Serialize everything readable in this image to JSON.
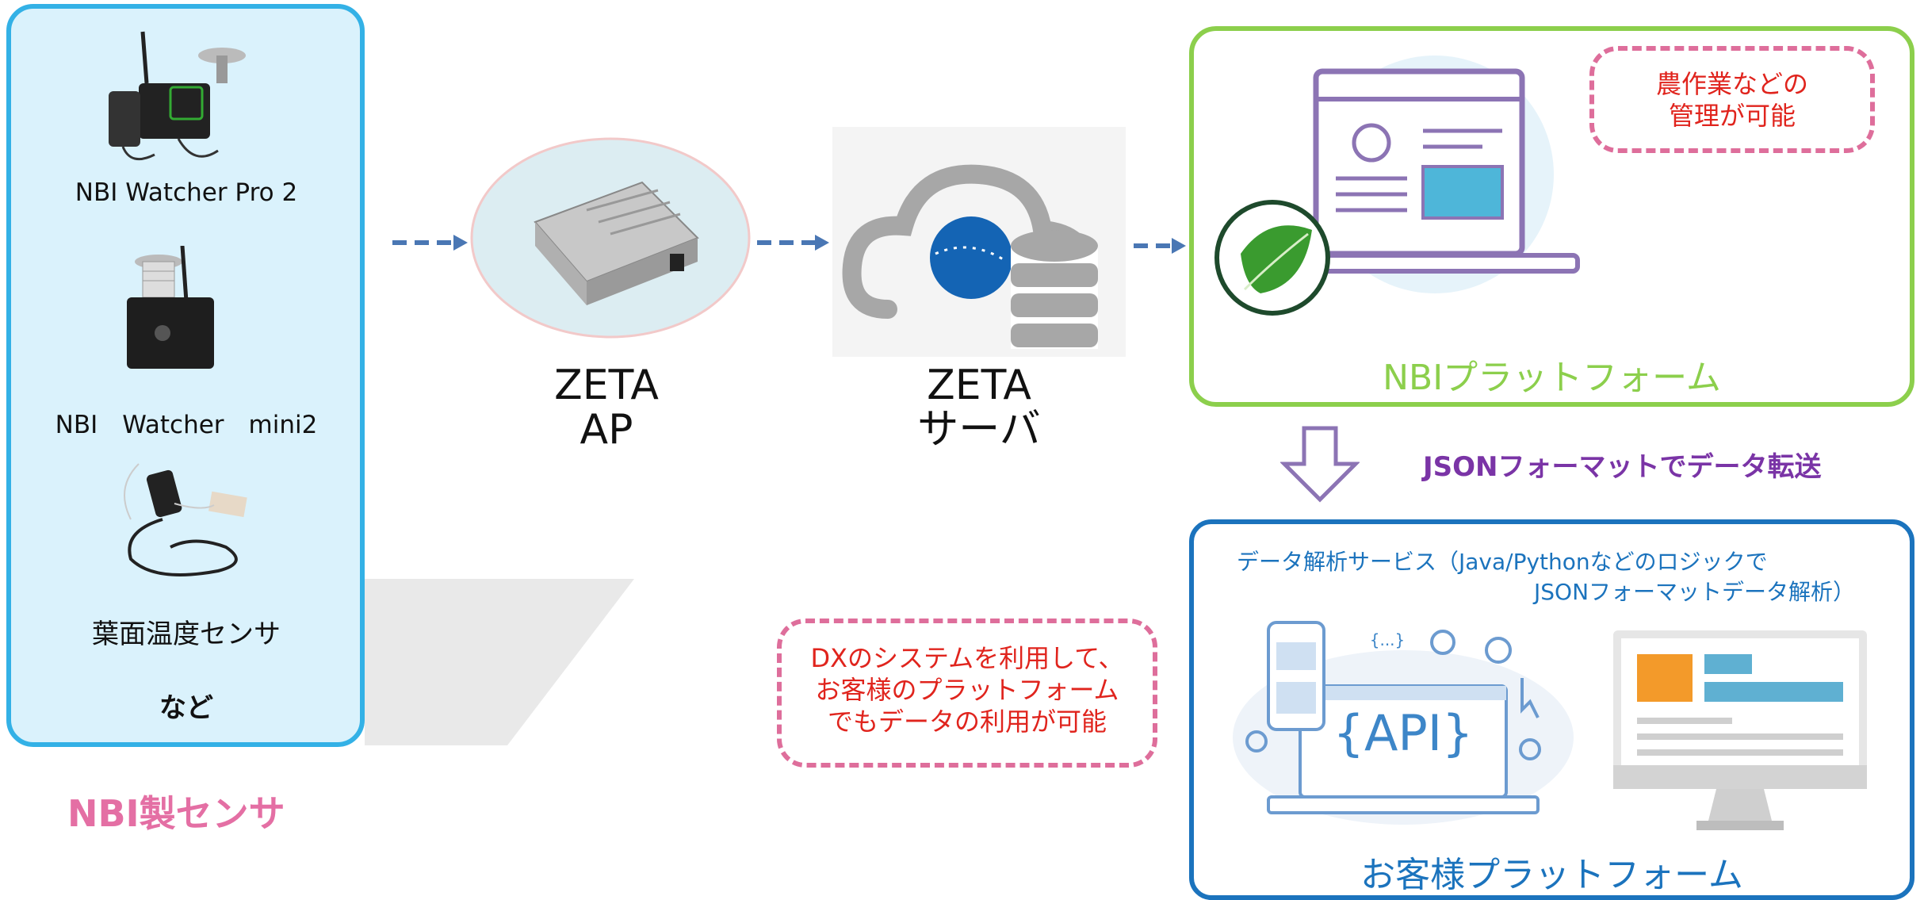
{
  "sensors": {
    "items": [
      {
        "label": "NBI Watcher Pro 2"
      },
      {
        "label": "NBI　Watcher　mini2"
      },
      {
        "label": "葉面温度センサ"
      }
    ],
    "etc_label": "など",
    "group_label": "NBI製センサ"
  },
  "zeta_ap": {
    "line1": "ZETA",
    "line2": "AP"
  },
  "zeta_server": {
    "line1": "ZETA",
    "line2": "サーバ"
  },
  "nbi_platform": {
    "title": "NBIプラットフォーム",
    "note_line1": "農作業などの",
    "note_line2": "管理が可能"
  },
  "transfer_label": "JSONフォーマットでデータ転送",
  "customer_platform": {
    "title": "お客様プラットフォーム",
    "desc_line1": "データ解析サービス（Java/Pythonなどのロジックで",
    "desc_line2": "JSONフォーマットデータ解析）",
    "api_label": "{API}",
    "code_label": "{...}"
  },
  "dx_note": {
    "line1": "DXのシステムを利用して、",
    "line2": "お客様のプラットフォーム",
    "line3": "でもデータの利用が可能"
  },
  "colors": {
    "sensor_border": "#33b1e6",
    "sensor_bg": "#daf2fc",
    "sensor_group_label": "#e46fa4",
    "arrow": "#4a77b4",
    "nbi_border": "#8ccf4c",
    "nbi_title": "#8ccf4c",
    "note_border": "#de6e9b",
    "note_text": "#e0241d",
    "transfer_text": "#7a34a6",
    "customer_border": "#1b73bd",
    "customer_text": "#1b73bd"
  }
}
